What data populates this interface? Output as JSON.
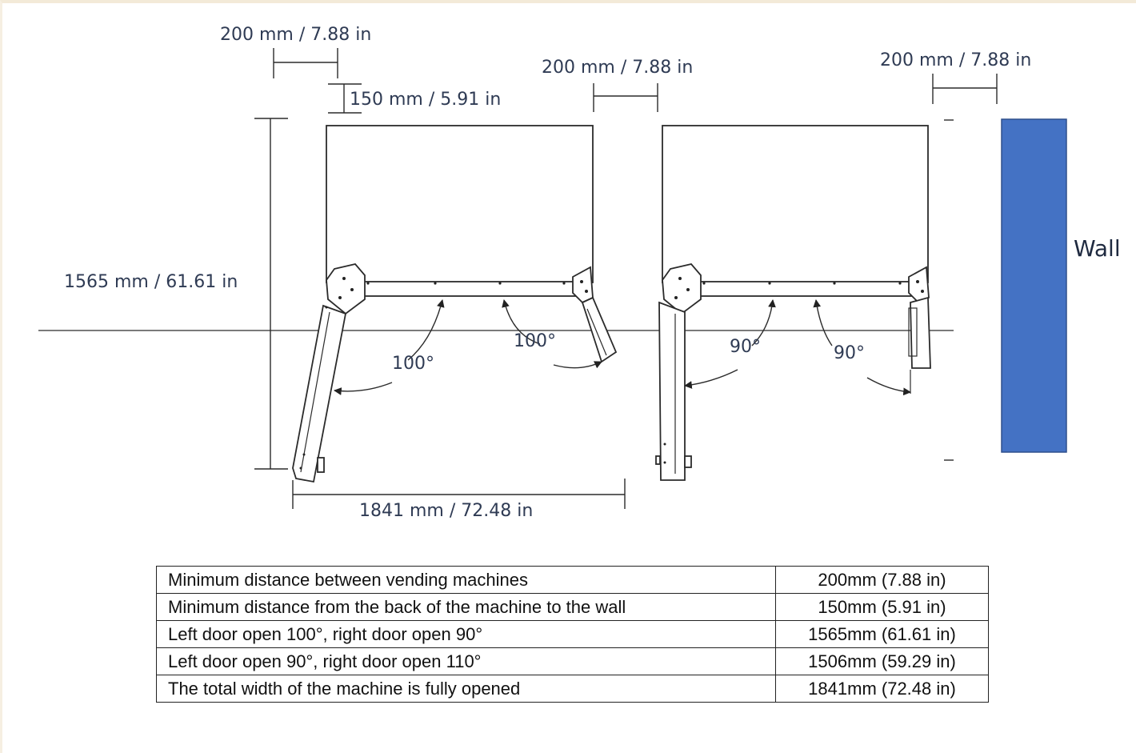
{
  "diagram": {
    "dims": {
      "gap_left": "200 mm / 7.88 in",
      "back_clearance": "150 mm / 5.91 in",
      "gap_middle": "200 mm / 7.88 in",
      "gap_right": "200 mm / 7.88 in",
      "depth": "1565 mm / 61.61 in",
      "total_width": "1841 mm / 72.48 in"
    },
    "angles": {
      "left_machine_left_door": "100°",
      "left_machine_right_door": "100°",
      "right_machine_left_door": "90°",
      "right_machine_right_door": "90°"
    },
    "wall_label": "Wall",
    "wall_color": "#4472c4"
  },
  "table": {
    "rows": [
      {
        "label": "Minimum distance between vending machines",
        "value": "200mm (7.88 in)"
      },
      {
        "label": "Minimum distance from the back of the machine to the wall",
        "value": "150mm (5.91 in)"
      },
      {
        "label": "Left door open 100°, right door open 90°",
        "value": "1565mm (61.61 in)"
      },
      {
        "label": "Left door open 90°, right door open 110°",
        "value": "1506mm (59.29 in)"
      },
      {
        "label": "The total width of the machine is fully opened",
        "value": "1841mm (72.48 in)"
      }
    ]
  }
}
